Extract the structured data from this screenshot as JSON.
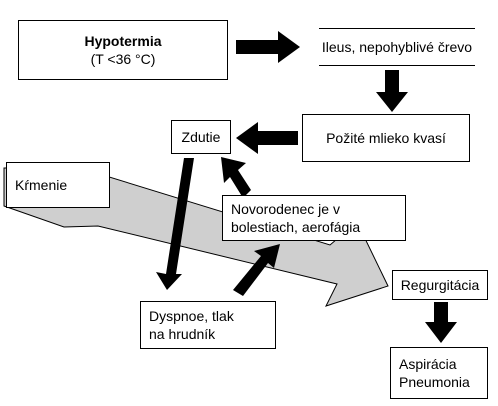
{
  "diagram": {
    "hypotermia": {
      "title": "Hypotermia",
      "subtitle": "(T <36 °C)"
    },
    "ileus": {
      "label": "Ileus, nepohyblivé črevo"
    },
    "zdutie": {
      "label": "Zdutie"
    },
    "mlieko": {
      "label": "Požité mlieko kvasí"
    },
    "krmenie": {
      "label": "Kŕmenie"
    },
    "novorodenec": {
      "line1": "Novorodenec je v",
      "line2": "bolestiach, aerofágia"
    },
    "regurgitacia": {
      "label": "Regurgitácia"
    },
    "dyspnoe": {
      "line1": "Dyspnoe, tlak",
      "line2": "na hrudník"
    },
    "aspiracia": {
      "line1": "Aspirácia",
      "line2": "Pneumonia"
    }
  },
  "colors": {
    "big_arrow_fill": "#cfcfcf",
    "arrow": "#000000"
  }
}
